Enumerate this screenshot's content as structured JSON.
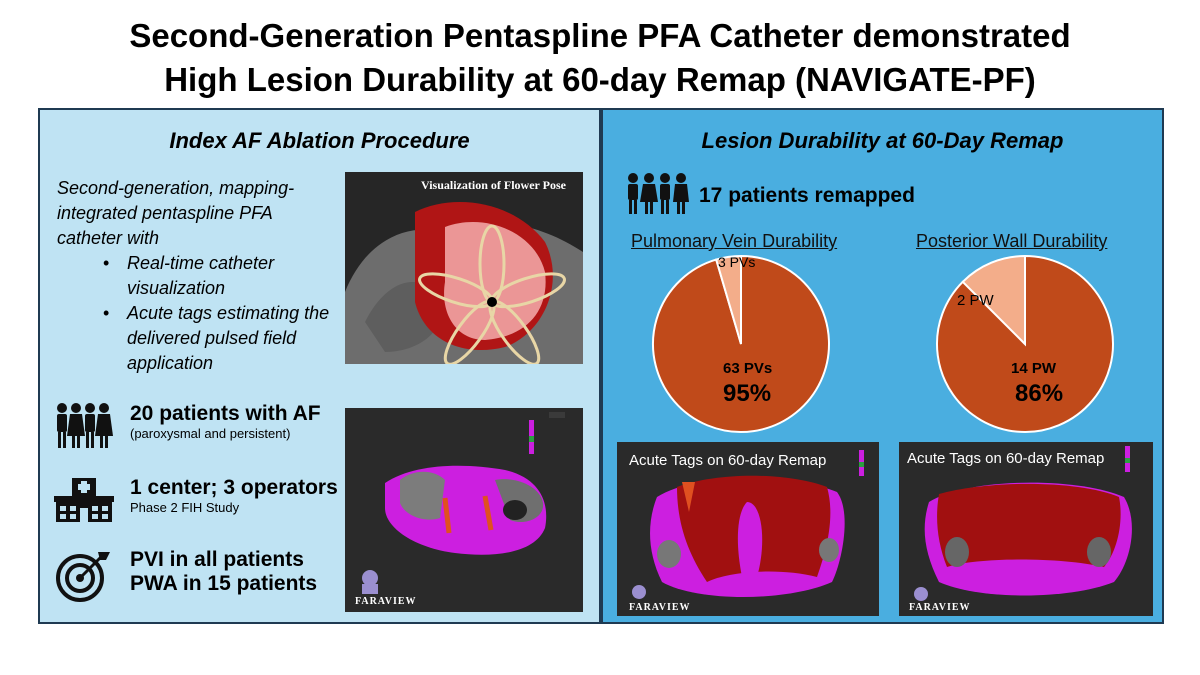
{
  "title": {
    "line1": "Second-Generation Pentaspline PFA Catheter demonstrated",
    "line2": "High Lesion Durability at 60-day Remap (NAVIGATE-PF)"
  },
  "left": {
    "heading": "Index AF Ablation Procedure",
    "intro": "Second-generation, mapping-integrated pentaspline PFA catheter with",
    "bullets": [
      "Real-time catheter visualization",
      "Acute tags estimating the delivered pulsed field application"
    ],
    "image_caption": "Visualization of Flower Pose",
    "stats": [
      {
        "main": "20 patients with AF",
        "sub": "(paroxysmal and persistent)",
        "icon": "people-icon"
      },
      {
        "main": "1 center; 3 operators",
        "sub": "Phase 2 FIH Study",
        "icon": "hospital-icon"
      },
      {
        "main": "PVI in all patients",
        "main2": "PWA in 15 patients",
        "icon": "target-icon"
      }
    ],
    "map_logo": "FARAVIEW"
  },
  "right": {
    "heading": "Lesion Durability at 60-Day Remap",
    "patients": "17 patients remapped",
    "pie1": {
      "title": "Pulmonary Vein Durability",
      "major_label": "63 PVs",
      "major_pct": "95%",
      "minor_label": "3 PVs",
      "major": 63,
      "minor": 3
    },
    "pie2": {
      "title": "Posterior Wall Durability",
      "major_label": "14 PW",
      "major_pct": "86%",
      "minor_label": "2 PW",
      "major": 14,
      "minor": 2
    },
    "map1_caption": "Acute Tags on 60-day Remap",
    "map2_caption": "Acute Tags on 60-day Remap",
    "map_logo": "FARAVIEW"
  },
  "colors": {
    "major": "#c04a1a",
    "minor": "#f3ad8a",
    "magenta": "#cc1fe0",
    "tissue": "#a11010"
  }
}
